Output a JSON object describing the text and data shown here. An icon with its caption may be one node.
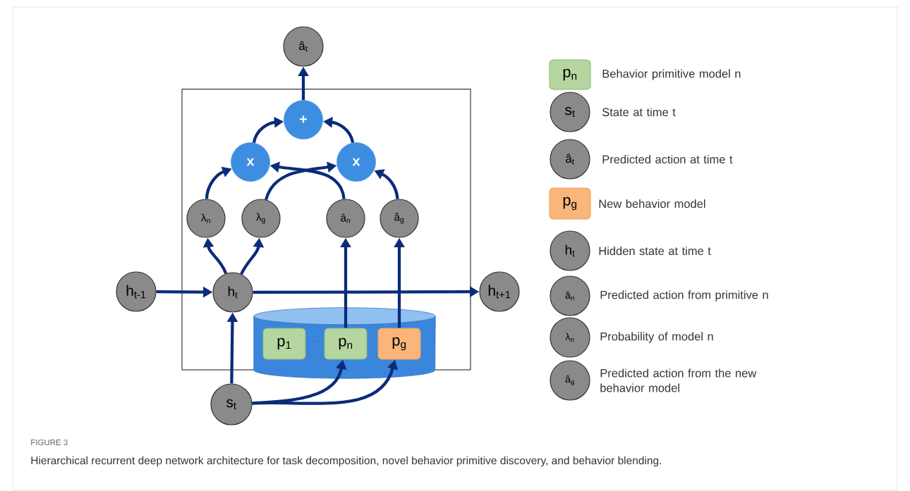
{
  "diagram": {
    "caption": "Hierarchical recurrent deep network architecture for task decomposition, novel behavior primitive discovery, and behavior blending.",
    "nodes": [
      {
        "text": [],
        "shape": "box"
      },
      {
        "text": [
          "â$_{t}$"
        ]
      },
      {
        "text": [
          "+"
        ],
        "in": 0
      },
      {
        "text": [
          "x"
        ],
        "in": 0
      },
      {
        "text": [
          "x"
        ],
        "in": 0
      },
      {
        "text": [
          "λ$_{n}$"
        ],
        "in": 0
      },
      {
        "text": [
          "λ$_{g}$"
        ],
        "in": 0
      },
      {
        "text": [
          "â$_{n}$"
        ],
        "in": 0
      },
      {
        "text": [
          "â$_{g}$"
        ],
        "in": 0
      },
      {
        "text": [
          "h$_{t-1}$"
        ]
      },
      {
        "text": [
          "h$_{t}$"
        ],
        "in": 0
      },
      {
        "text": [
          "h$_{t+1}$"
        ]
      },
      {
        "text": [],
        "shape": "cylinder",
        "in": 0
      },
      {
        "text": [
          "p$_{1}$"
        ],
        "in": 12
      },
      {
        "text": [
          "p$_{n}$"
        ],
        "in": 12
      },
      {
        "text": [
          "p$_{g}$"
        ],
        "in": 12
      },
      {
        "text": [
          "s$_{t}$"
        ]
      },
      {
        "text": [
          "p$_{n}$"
        ],
        "beside": [
          "Behavior primitive model n"
        ]
      },
      {
        "text": [
          "s$_{t}$"
        ],
        "beside": [
          "State at time t"
        ]
      },
      {
        "text": [
          "â$_{t}$"
        ],
        "beside": [
          "Predicted action at time t"
        ]
      },
      {
        "text": [
          "p$_{g}$"
        ],
        "beside": [
          "New behavior model"
        ]
      },
      {
        "text": [
          "h$_{t}$"
        ],
        "beside": [
          "Hidden state at time t"
        ]
      },
      {
        "text": [
          "â$_{n}$"
        ],
        "beside": [
          "Predicted action from primitive n"
        ]
      },
      {
        "text": [
          "λ$_{n}$"
        ],
        "beside": [
          "Probability of model n"
        ]
      },
      {
        "text": [
          "â$_{g}$"
        ],
        "beside": [
          "Predicted action from the new behavior model"
        ]
      }
    ],
    "edges": [
      {
        "from": 2,
        "to": 1,
        "arrow": "to"
      },
      {
        "from": 3,
        "to": 2,
        "arrow": "to"
      },
      {
        "from": 4,
        "to": 2,
        "arrow": "to"
      },
      {
        "from": 5,
        "to": 3,
        "arrow": "to"
      },
      {
        "from": 6,
        "to": 4,
        "arrow": "to"
      },
      {
        "from": 7,
        "to": 3,
        "arrow": "to"
      },
      {
        "from": 8,
        "to": 4,
        "arrow": "to"
      },
      {
        "from": 10,
        "to": 5,
        "arrow": "to"
      },
      {
        "from": 10,
        "to": 6,
        "arrow": "to"
      },
      {
        "from": 14,
        "to": 7,
        "arrow": "to"
      },
      {
        "from": 15,
        "to": 8,
        "arrow": "to"
      },
      {
        "from": 9,
        "to": 10,
        "arrow": "to"
      },
      {
        "from": 10,
        "to": 11,
        "arrow": "to"
      },
      {
        "from": 16,
        "to": 10,
        "arrow": "to"
      },
      {
        "from": 16,
        "to": 14,
        "arrow": "to"
      },
      {
        "from": 16,
        "to": 15,
        "arrow": "to"
      }
    ],
    "labels": [
      "...",
      "FIGURE 3"
    ]
  }
}
